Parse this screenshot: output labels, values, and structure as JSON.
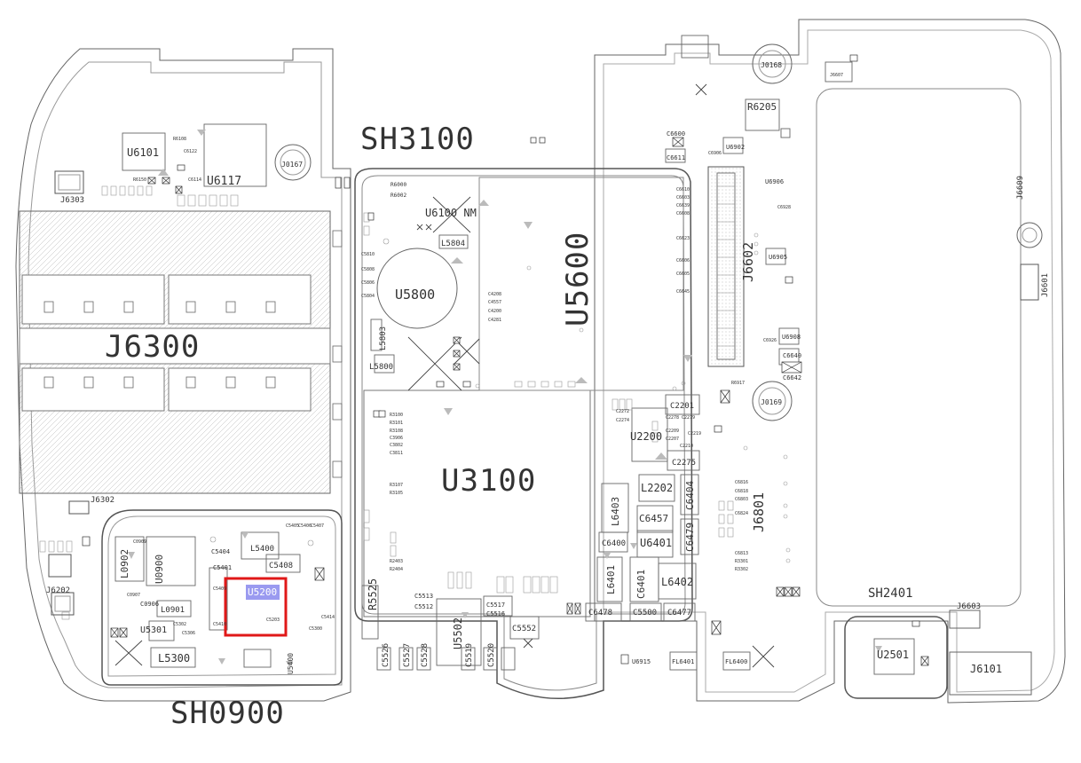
{
  "colors": {
    "outline": "#555555",
    "selection_border": "#e01818",
    "selection_fill": "#9a9af0",
    "background": "#ffffff"
  },
  "labels": {
    "sh3100": "SH3100",
    "sh0900": "SH0900",
    "sh2401": "SH2401",
    "j6300": "J6300",
    "u5600": "U5600",
    "u3100": "U3100",
    "u6101": "U6101",
    "u6117": "U6117",
    "u5800": "U5800",
    "u6100": "U6100 NM",
    "u2200": "U2200",
    "u5502": "U5502",
    "u2501": "U2501",
    "u0900": "U0900",
    "u6401": "U6401",
    "u5400": "U5400",
    "u5200": "U5200",
    "u5301": "U5301",
    "j6801": "J6801",
    "j6602": "J6602",
    "j6601": "J6601",
    "j6609": "J6609",
    "j6101": "J6101",
    "j6603": "J6603",
    "j6302": "J6302",
    "j6303": "J6303",
    "j6202": "J6202",
    "j0167": "J0167",
    "j0168": "J0168",
    "j0169": "J0169",
    "j6607": "J6607",
    "r6205": "R6205",
    "r5525": "R5525",
    "l5804": "L5804",
    "l5800": "L5800",
    "l5803": "L5803",
    "l5400": "L5400",
    "l5300": "L5300",
    "l0901": "L0901",
    "l0902": "L0902",
    "l2202": "L2202",
    "l6403": "L6403",
    "l6401": "L6401",
    "l6402": "L6402",
    "c5408": "C5408",
    "c5404": "C5404",
    "c5401": "C5401",
    "c2201": "C2201",
    "c2275": "C2275",
    "c6404": "C6404",
    "c6457": "C6457",
    "c6479": "C6479",
    "c6400": "C6400",
    "c6401": "C6401",
    "c6478": "C6478",
    "c5500": "C5500",
    "c6477": "C6477",
    "c5552": "C5552",
    "c5526": "C5526",
    "c5527": "C5527",
    "c5528": "C5528",
    "c5519": "C5519",
    "c5520": "C5520",
    "c5513": "C5513",
    "c5512": "C5512",
    "c5517": "C5517",
    "c5516": "C5516",
    "c6640": "C6640",
    "c6642": "C6642",
    "c6611": "C6611",
    "c6600": "C6600",
    "c0906": "C0906",
    "fl6401": "FL6401",
    "fl6400": "FL6400",
    "u6902": "U6902",
    "u6906": "U6906",
    "u6905": "U6905",
    "u6908": "U6908",
    "u6915": "U6915",
    "r6000": "R6000",
    "r6002": "R6002",
    "sm": {
      "a": "R6108",
      "b": "C6122",
      "c": "C6114",
      "d": "R6150",
      "e": "C5810",
      "f": "C5808",
      "g": "C5806",
      "h": "C5804",
      "i": "C4208",
      "j": "C4557",
      "k": "C4200",
      "l": "C4281",
      "m": "C6610",
      "n": "C6603",
      "o": "C6639",
      "p": "C6608",
      "q": "C6623",
      "r": "C6606",
      "s": "C6605",
      "t": "C6645",
      "u": "R3100",
      "v": "R3101",
      "w": "R3108",
      "x": "C3906",
      "y": "C3802",
      "z": "C3811",
      "aa": "R3107",
      "ab": "R3105",
      "ac": "R2403",
      "ad": "R2404",
      "ae": "C6816",
      "af": "C6818",
      "ag": "C6803",
      "ah": "C6824",
      "ai": "C6813",
      "aj": "R3301",
      "ak": "R3302",
      "al": "C5405",
      "am": "C5406",
      "an": "C5407",
      "ao": "C5409",
      "ap": "C5410",
      "aq": "C5300",
      "ar": "C5414",
      "as": "C5302",
      "at": "C5306",
      "au": "C0909",
      "av": "C0907",
      "aw": "C2272",
      "ax": "C2274",
      "ay": "C2278",
      "az": "C2279",
      "ba": "C2209",
      "bb": "C2207",
      "bc": "C2210",
      "bd": "C2219",
      "be": "R6917",
      "bf": "C6906",
      "bg": "C6926",
      "bh": "C6928"
    }
  }
}
